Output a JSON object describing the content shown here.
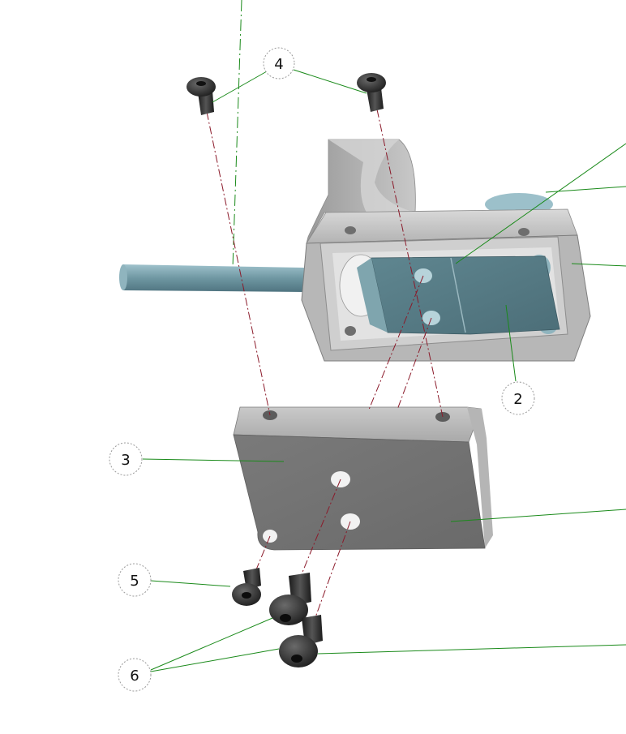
{
  "callouts": {
    "part_2": "2",
    "part_3": "3",
    "part_4": "4",
    "part_5": "5",
    "part_6": "6"
  },
  "colors": {
    "leader_line": "#1a8a1a",
    "axis_line": "#8b1a2a",
    "housing_metal": "#a6a6a6",
    "plate_metal": "#8c8c8c",
    "blue_part": "#6d9aa6",
    "screw": "#2b2b2b"
  }
}
